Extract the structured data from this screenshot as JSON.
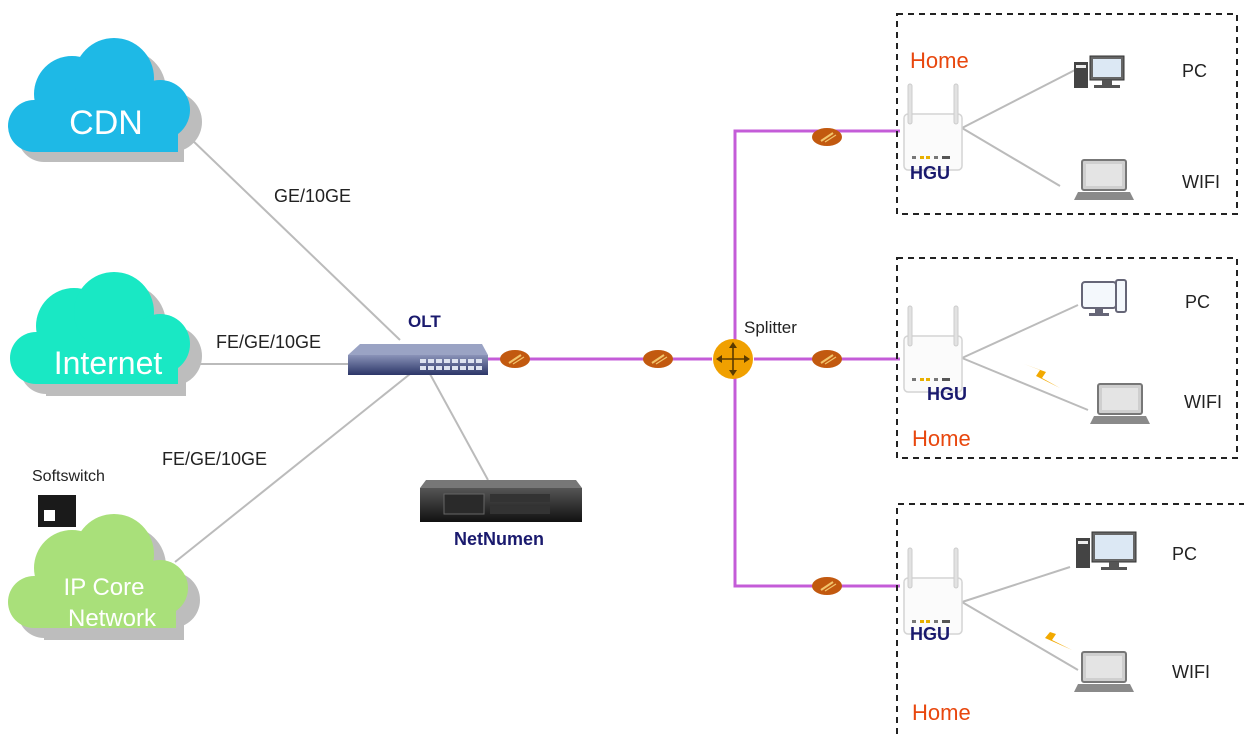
{
  "clouds": {
    "cdn": {
      "label": "CDN",
      "color": "#1EB9E6"
    },
    "internet": {
      "label": "Internet",
      "color": "#19E8C4"
    },
    "ipcore": {
      "line1": "IP Core",
      "line2": "Network",
      "color": "#A9E07A"
    }
  },
  "links": {
    "cdn_olt": "GE/10GE",
    "internet_olt": "FE/GE/10GE",
    "ipcore_olt": "FE/GE/10GE"
  },
  "softswitch": {
    "label": "Softswitch"
  },
  "olt": {
    "label": "OLT"
  },
  "netnumen": {
    "label": "NetNumen"
  },
  "splitter": {
    "label": "Splitter",
    "color": "#F0A000"
  },
  "homes": [
    {
      "home_label": "Home",
      "hgu_label": "HGU",
      "pc_label": "PC",
      "wifi_label": "WIFI"
    },
    {
      "home_label": "Home",
      "hgu_label": "HGU",
      "pc_label": "PC",
      "wifi_label": "WIFI"
    },
    {
      "home_label": "Home",
      "hgu_label": "HGU",
      "pc_label": "PC",
      "wifi_label": "WIFI"
    }
  ],
  "colors": {
    "fiber": "#C45CD8",
    "copper": "#BBBBBB",
    "home_label": "#E8470E",
    "device_label": "#1A1A6E",
    "connector": "#C2590F"
  }
}
